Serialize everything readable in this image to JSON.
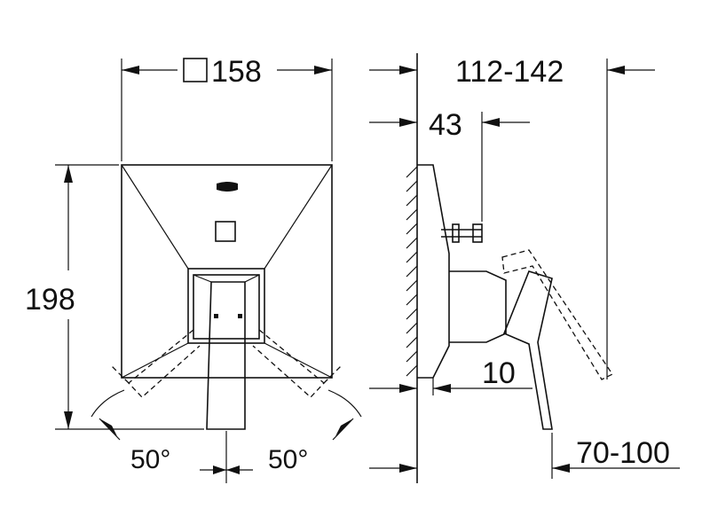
{
  "diagram": {
    "dimensions": {
      "width_square": "158",
      "height": "198",
      "depth_range": "112-142",
      "spindle": "43",
      "offset": "10",
      "handle_range": "70-100",
      "angle_left": "50°",
      "angle_right": "50°"
    },
    "colors": {
      "line": "#111111",
      "background": "#ffffff"
    },
    "icons": {
      "square_symbol": "square-symbol-icon",
      "brand_logo": "brand-logo-icon"
    }
  }
}
